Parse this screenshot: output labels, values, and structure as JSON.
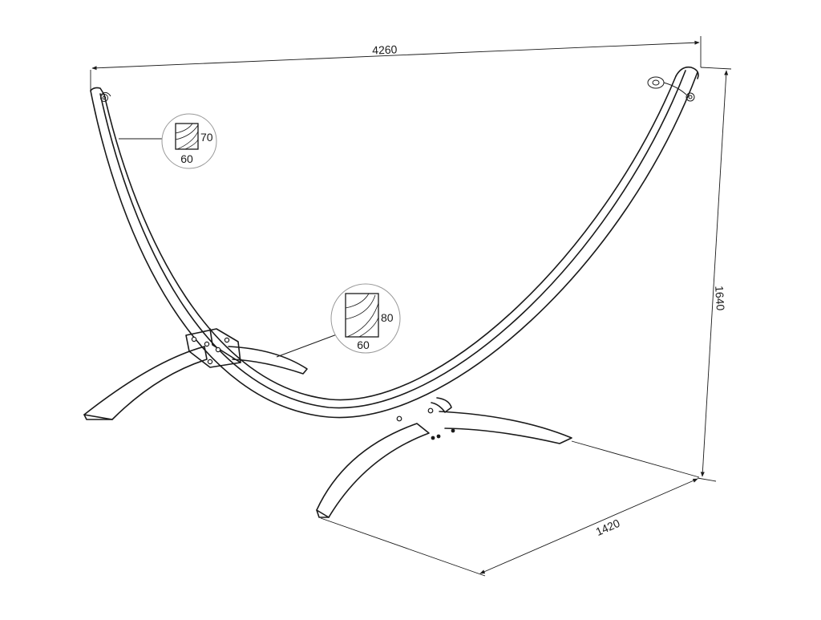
{
  "dimensions": {
    "width": "4260",
    "height": "1640",
    "depth": "1420"
  },
  "cross_sections": {
    "arch": {
      "width": "60",
      "height": "70"
    },
    "base": {
      "width": "60",
      "height": "80"
    }
  },
  "colors": {
    "line": "#1a1a1a",
    "background": "#ffffff",
    "callout_border": "#999999"
  }
}
